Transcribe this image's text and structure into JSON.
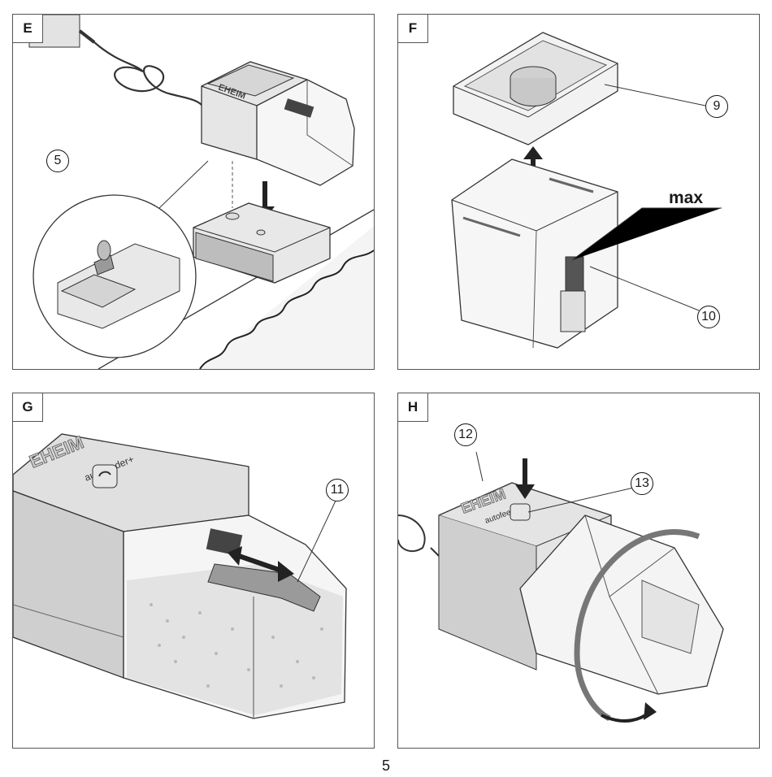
{
  "panels": {
    "e": {
      "label": "E",
      "callout": "5",
      "brand": "EHEIM"
    },
    "f": {
      "label": "F",
      "callout_lid": "9",
      "callout_container": "10",
      "max_label": "max"
    },
    "g": {
      "label": "G",
      "callout": "11",
      "brand": "EHEIM",
      "model": "autofeeder+"
    },
    "h": {
      "label": "H",
      "callout_a": "12",
      "callout_b": "13",
      "brand": "EHEIM",
      "model": "autofeeder+"
    }
  },
  "page_number": "5",
  "colors": {
    "line": "#333333",
    "fill_light": "#ececec",
    "fill_mid": "#d6d6d6",
    "fill_dark": "#9a9a9a",
    "border": "#555555"
  }
}
